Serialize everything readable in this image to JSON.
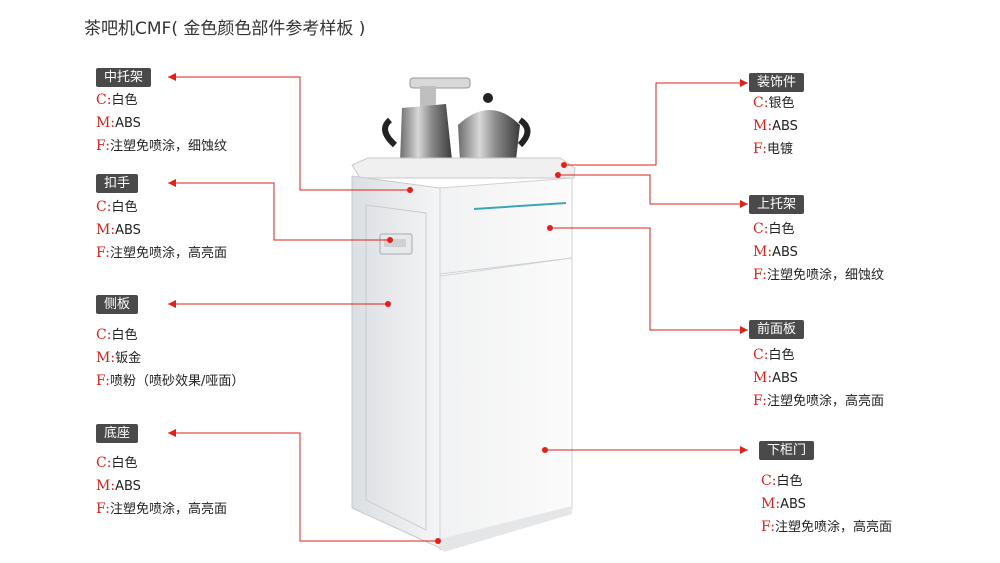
{
  "title": "茶吧机CMF( 金色颜色部件参考样板 )",
  "colors": {
    "line": "#e0201a",
    "tag_bg": "#4a4a4a",
    "key": "#e0201a"
  },
  "parts": [
    {
      "id": "middle-tray",
      "name": "中托架",
      "C": "白色",
      "M": "ABS",
      "F": "注塑免喷涂，细蚀纹"
    },
    {
      "id": "handle",
      "name": "扣手",
      "C": "白色",
      "M": "ABS",
      "F": "注塑免喷涂，高亮面"
    },
    {
      "id": "side-panel",
      "name": "侧板",
      "C": "白色",
      "M": "钣金",
      "F": "喷粉（喷砂效果/哑面）"
    },
    {
      "id": "base",
      "name": "底座",
      "C": "白色",
      "M": "ABS",
      "F": "注塑免喷涂，高亮面"
    },
    {
      "id": "decoration",
      "name": "装饰件",
      "C": "银色",
      "M": "ABS",
      "F": "电镀"
    },
    {
      "id": "upper-tray",
      "name": "上托架",
      "C": "白色",
      "M": "ABS",
      "F": "注塑免喷涂，细蚀纹"
    },
    {
      "id": "front-panel",
      "name": "前面板",
      "C": "白色",
      "M": "ABS",
      "F": "注塑免喷涂，高亮面"
    },
    {
      "id": "lower-door",
      "name": "下柜门",
      "C": "白色",
      "M": "ABS",
      "F": "注塑免喷涂，高亮面"
    }
  ],
  "keys": {
    "c": "C",
    "m": "M",
    "f": "F",
    "sep": ":"
  }
}
